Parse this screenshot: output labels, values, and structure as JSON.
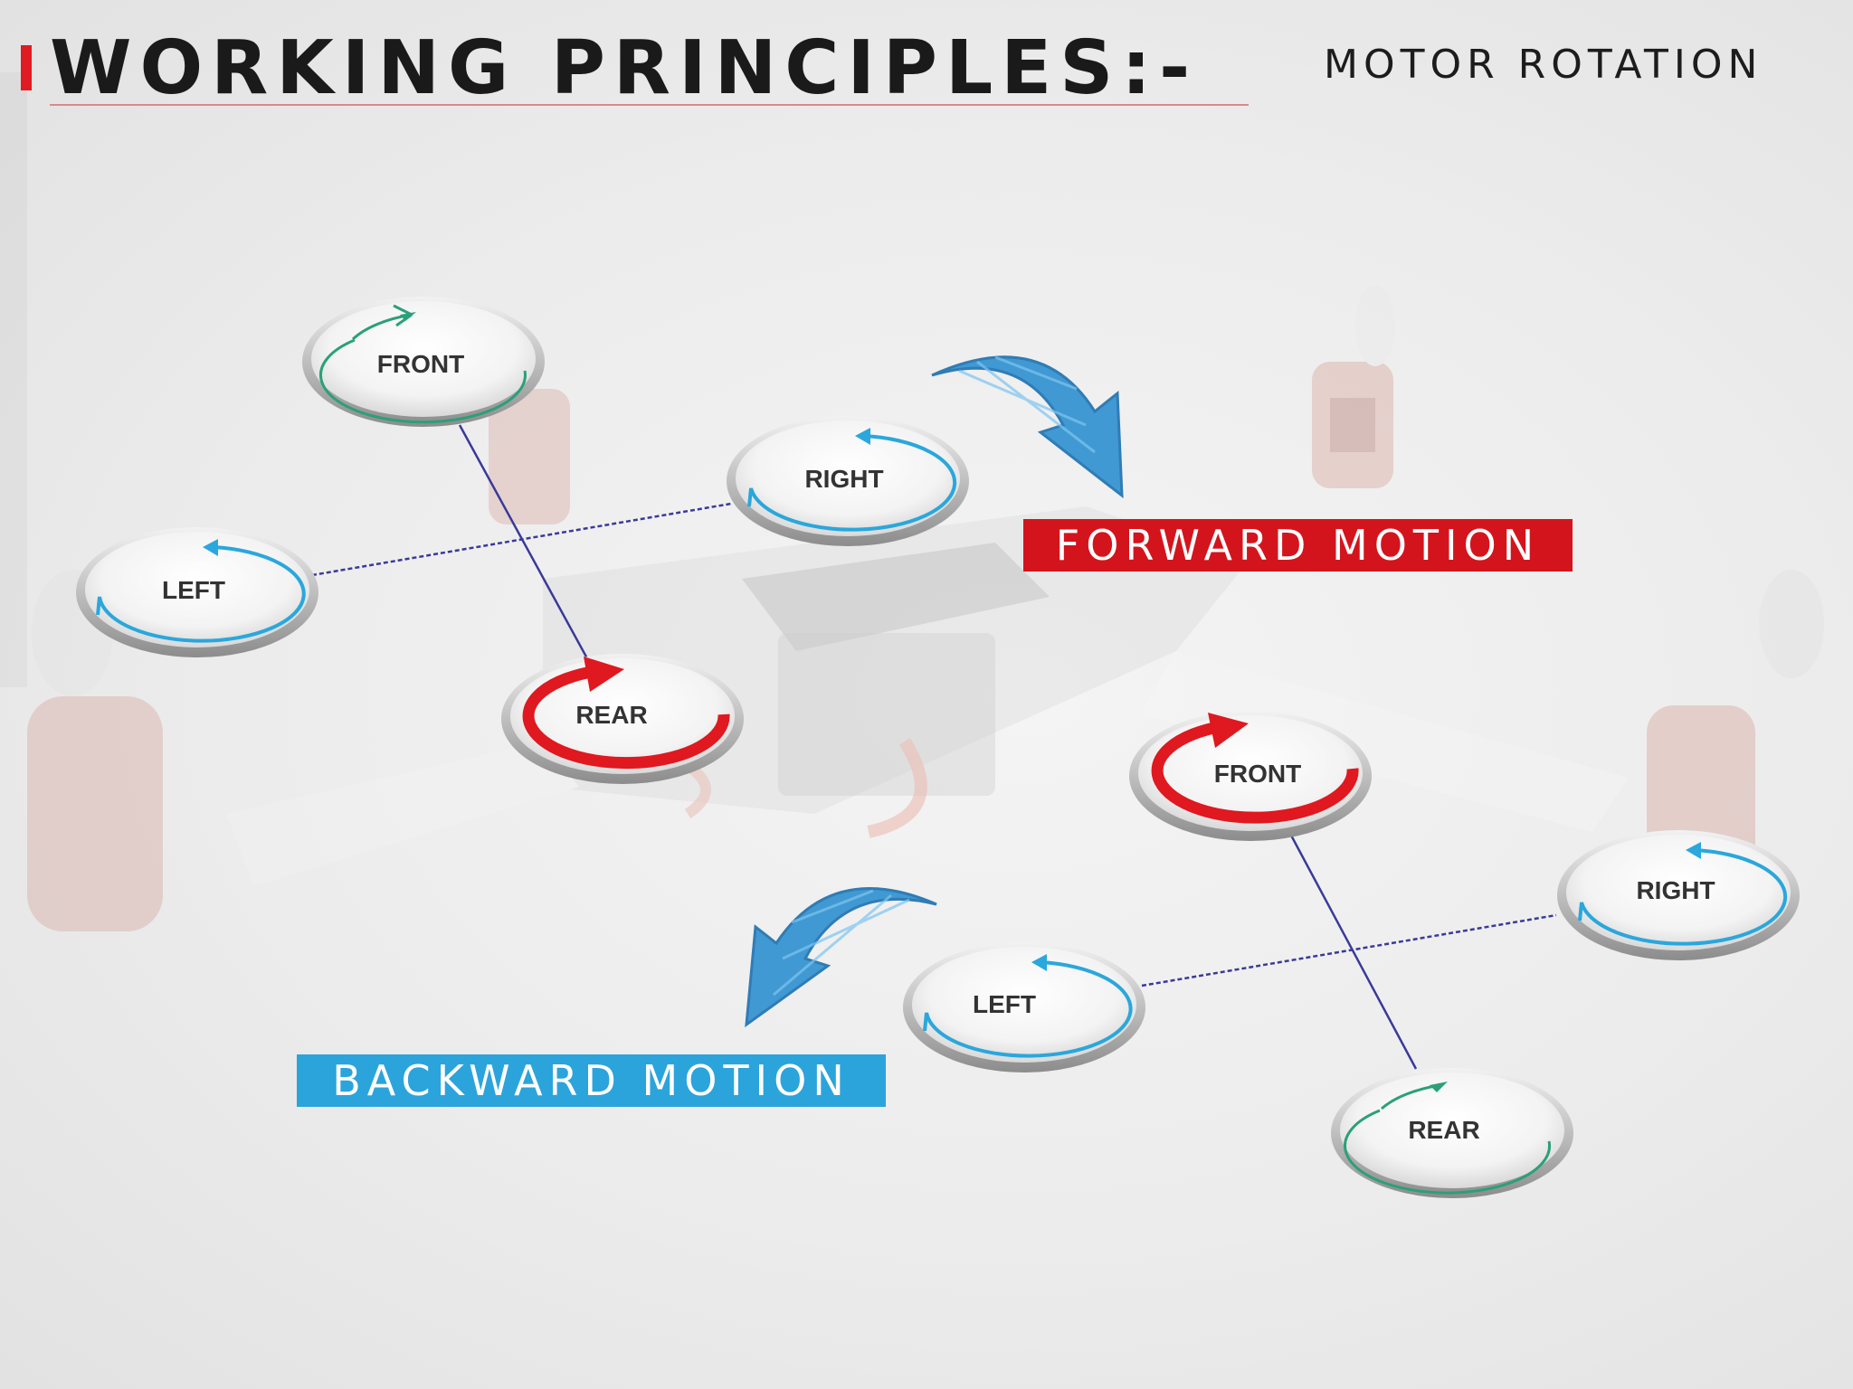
{
  "header": {
    "title": "WORKING PRINCIPLES:-",
    "subtitle": "MOTOR ROTATION"
  },
  "colors": {
    "red": "#d4141c",
    "blue": "#2ba4dc",
    "green": "#2aa07a",
    "line": "#3a3a9a"
  },
  "forward": {
    "label": "FORWARD MOTION",
    "motors": {
      "front": "FRONT",
      "right": "RIGHT",
      "left": "LEFT",
      "rear": "REAR"
    }
  },
  "backward": {
    "label": "BACKWARD MOTION",
    "motors": {
      "front": "FRONT",
      "right": "RIGHT",
      "left": "LEFT",
      "rear": "REAR"
    }
  }
}
